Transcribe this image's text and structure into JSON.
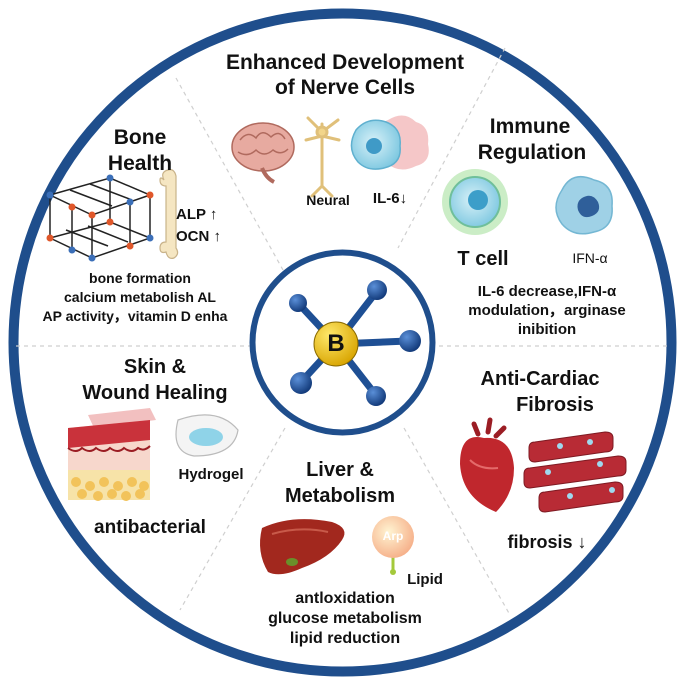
{
  "center": {
    "letter": "B"
  },
  "sections": {
    "nerve": {
      "title_lines": [
        "Enhanced Development",
        "of Nerve Cells"
      ],
      "labels": {
        "neural": "Neural",
        "il6": "IL-6↓"
      }
    },
    "immune": {
      "title_lines": [
        "Immune",
        "Regulation"
      ],
      "labels": {
        "tcell": "T cell",
        "ifn": "IFN-α"
      },
      "desc_lines": [
        "IL-6 decrease,IFN-α",
        "modulation，arginase",
        "inibition"
      ]
    },
    "bone": {
      "title_lines": [
        "Bone",
        "Health"
      ],
      "labels": {
        "alp": "ALP ↑",
        "ocn": "OCN ↑"
      },
      "desc_lines": [
        "bone formation",
        "calcium metabolish AL",
        "AP activity，vitamin D enha"
      ]
    },
    "skin": {
      "title_lines": [
        "Skin &",
        "Wound Healing"
      ],
      "labels": {
        "hydrogel": "Hydrogel"
      },
      "desc_lines": [
        "antibacterial"
      ]
    },
    "liver": {
      "title_lines": [
        "Liver &",
        "Metabolism"
      ],
      "labels": {
        "arp": "Arp",
        "lipid": "Lipid"
      },
      "desc_lines": [
        "antloxidation",
        "glucose metabolism",
        "lipid reduction"
      ]
    },
    "cardiac": {
      "title_lines": [
        "Anti-Cardiac",
        "Fibrosis"
      ],
      "desc_lines": [
        "fibrosis ↓"
      ]
    }
  },
  "colors": {
    "ring": "#1f4e8c",
    "molecule_center": "#f2c200",
    "molecule_arms": "#1e4f94",
    "cell_blue": "#7cc7e0",
    "heart_red": "#c0272d",
    "liver_red": "#a2281e",
    "skin_red": "#d9534f"
  }
}
